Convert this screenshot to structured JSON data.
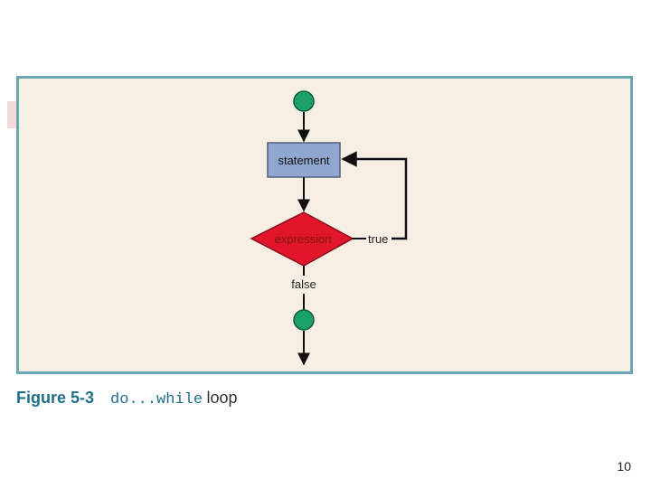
{
  "diagram": {
    "nodes": [
      {
        "id": "start",
        "type": "terminal"
      },
      {
        "id": "statement",
        "type": "process",
        "label": "statement"
      },
      {
        "id": "expression",
        "type": "decision",
        "label": "expression"
      },
      {
        "id": "end",
        "type": "terminal"
      }
    ],
    "edges": [
      {
        "from": "start",
        "to": "statement"
      },
      {
        "from": "statement",
        "to": "expression"
      },
      {
        "from": "expression",
        "to": "statement",
        "label": "true"
      },
      {
        "from": "expression",
        "to": "end",
        "label": "false"
      }
    ],
    "colors": {
      "panel_bg": "#f7efe4",
      "panel_border": "#6aa7b5",
      "terminal": "#1aa06b",
      "process": "#8fa6cf",
      "decision": "#e2162b",
      "line": "#111111"
    }
  },
  "caption": {
    "figure_label": "Figure 5-3",
    "code_do": "do",
    "code_dots": "...",
    "code_while": "while",
    "text": "loop"
  },
  "page_number": "10"
}
